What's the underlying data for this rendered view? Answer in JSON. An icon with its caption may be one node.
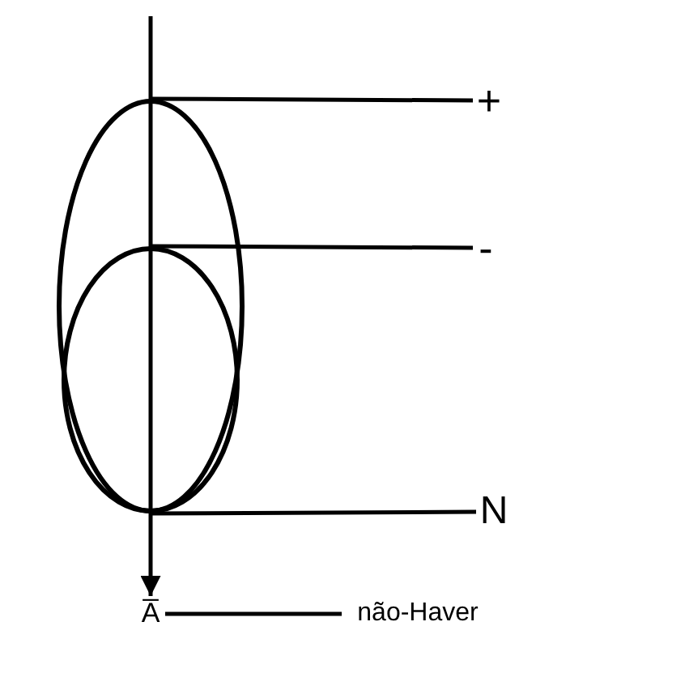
{
  "diagram": {
    "nodes": [
      {
        "text": [],
        "shape": "ellipse"
      },
      {
        "text": [],
        "shape": "ellipse",
        "in": 0
      },
      {
        "text": [
          "+"
        ]
      },
      {
        "text": [
          "-"
        ]
      },
      {
        "text": [
          "N"
        ]
      },
      {
        "text": [
          "A̅"
        ]
      },
      {
        "text": [
          "não-Haver"
        ]
      }
    ],
    "edges": [
      {
        "from": 2,
        "to": 0,
        "arrow": "none"
      },
      {
        "from": 3,
        "to": 1,
        "arrow": "none"
      },
      {
        "from": 4,
        "to": 0,
        "arrow": "none"
      },
      {
        "from": null,
        "to": 5,
        "arrow": "to"
      },
      {
        "from": 5,
        "to": 6,
        "arrow": "none"
      }
    ]
  }
}
